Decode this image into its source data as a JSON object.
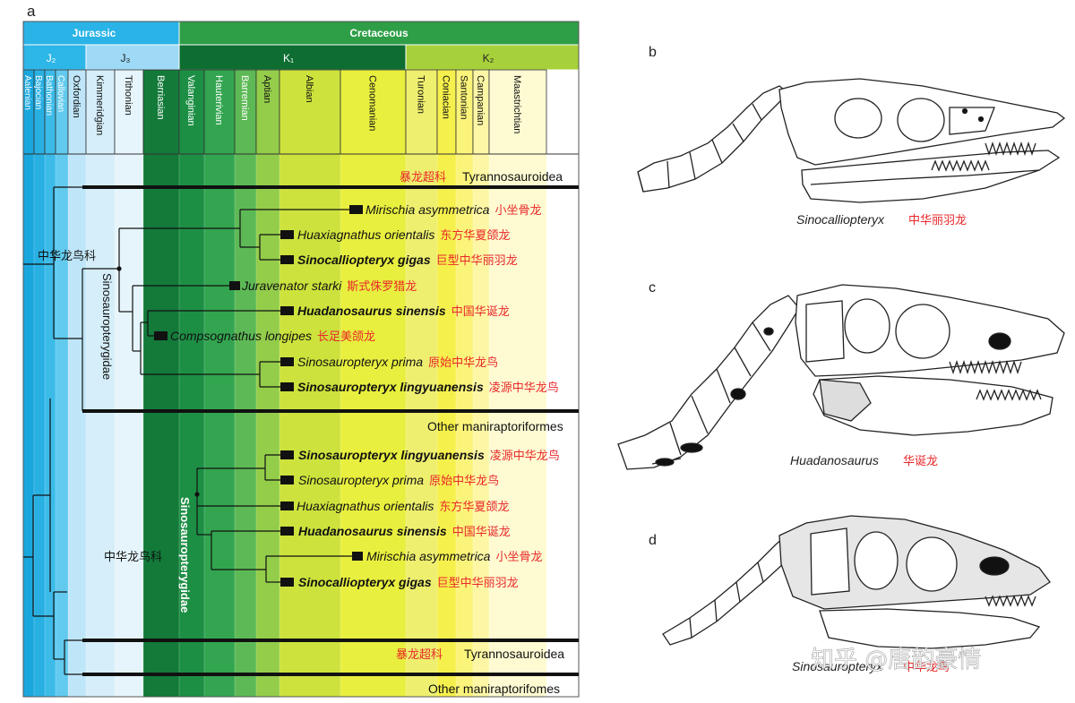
{
  "panel_labels": {
    "a": "a",
    "b": "b",
    "c": "c",
    "d": "d"
  },
  "periods": [
    {
      "name": "Jurassic",
      "color": "#2ab3e6"
    },
    {
      "name": "Cretaceous",
      "color": "#2e9e47"
    }
  ],
  "epochs": [
    {
      "name": "J₂",
      "color": "#2db6e8"
    },
    {
      "name": "J₃",
      "color": "#9ed9f5"
    },
    {
      "name": "K₁",
      "color": "#0e6e32"
    },
    {
      "name": "K₂",
      "color": "#a7d13a"
    }
  ],
  "stages": [
    {
      "name": "Aalenian",
      "color": "#1aa7de"
    },
    {
      "name": "Bajocian",
      "color": "#28b0e3"
    },
    {
      "name": "Bathonian",
      "color": "#3cbbe9"
    },
    {
      "name": "Callovian",
      "color": "#62caee"
    },
    {
      "name": "Oxfordian",
      "color": "#bfe6f8"
    },
    {
      "name": "Kimmeridgian",
      "color": "#d5eefa"
    },
    {
      "name": "Tithonian",
      "color": "#e6f5fc"
    },
    {
      "name": "Berriasian",
      "color": "#137a3a"
    },
    {
      "name": "Valanginian",
      "color": "#1d8f45"
    },
    {
      "name": "Hauterivian",
      "color": "#33a550"
    },
    {
      "name": "Barremian",
      "color": "#5db955"
    },
    {
      "name": "Aptian",
      "color": "#93cd4a"
    },
    {
      "name": "Albian",
      "color": "#cde23c"
    },
    {
      "name": "Cenomanian",
      "color": "#e8ef3e"
    },
    {
      "name": "Turonian",
      "color": "#eeef6e"
    },
    {
      "name": "Coniacian",
      "color": "#f6f04c"
    },
    {
      "name": "Santonian",
      "color": "#fbf47a"
    },
    {
      "name": "Campanian",
      "color": "#fdf7a5"
    },
    {
      "name": "Maastrichtian",
      "color": "#fefbd2"
    }
  ],
  "tree1": {
    "family_cn": "中华龙鸟科",
    "clade_label": "Sinosauropterygidae",
    "outgroups": [
      {
        "cn": "暴龙超科",
        "en": "Tyrannosauroidea"
      },
      {
        "en": "Other maniraptoriformes"
      }
    ],
    "taxa": [
      {
        "en": "Mirischia asymmetrica",
        "cn": "小坐骨龙",
        "bold": false
      },
      {
        "en": "Huaxiagnathus orientalis",
        "cn": "东方华夏颌龙",
        "bold": false
      },
      {
        "en": "Sinocalliopteryx gigas",
        "cn": "巨型中华丽羽龙",
        "bold": true
      },
      {
        "en": "Juravenator starki",
        "cn": "斯式侏罗猎龙",
        "bold": false
      },
      {
        "en": "Huadanosaurus sinensis",
        "cn": "中国华诞龙",
        "bold": true
      },
      {
        "en": "Compsognathus longipes",
        "cn": "长足美颌龙",
        "bold": false
      },
      {
        "en": "Sinosauropteryx prima",
        "cn": "原始中华龙鸟",
        "bold": false
      },
      {
        "en": "Sinosauropteryx lingyuanensis",
        "cn": "凌源中华龙鸟",
        "bold": true
      }
    ]
  },
  "tree2": {
    "family_cn": "中华龙鸟科",
    "clade_label": "Sinosauropterygidae",
    "outgroups": [
      {
        "cn": "暴龙超科",
        "en": "Tyrannosauroidea"
      },
      {
        "en": "Other maniraptorifomes"
      }
    ],
    "taxa": [
      {
        "en": "Sinosauropteryx lingyuanensis",
        "cn": "凌源中华龙鸟",
        "bold": true
      },
      {
        "en": "Sinosauropteryx prima",
        "cn": "原始中华龙鸟",
        "bold": false
      },
      {
        "en": "Huaxiagnathus orientalis",
        "cn": "东方华夏颌龙",
        "bold": false
      },
      {
        "en": "Huadanosaurus sinensis",
        "cn": "中国华诞龙",
        "bold": true
      },
      {
        "en": "Mirischia asymmetrica",
        "cn": "小坐骨龙",
        "bold": false
      },
      {
        "en": "Sinocalliopteryx gigas",
        "cn": "巨型中华丽羽龙",
        "bold": true
      }
    ]
  },
  "skulls": [
    {
      "en": "Sinocalliopteryx",
      "cn": "中华丽羽龙"
    },
    {
      "en": "Huadanosaurus",
      "cn": "华诞龙"
    },
    {
      "en": "Sinosauropteryx",
      "cn": "中华龙鸟"
    }
  ],
  "watermark": "知乎 @唐韵豪情"
}
